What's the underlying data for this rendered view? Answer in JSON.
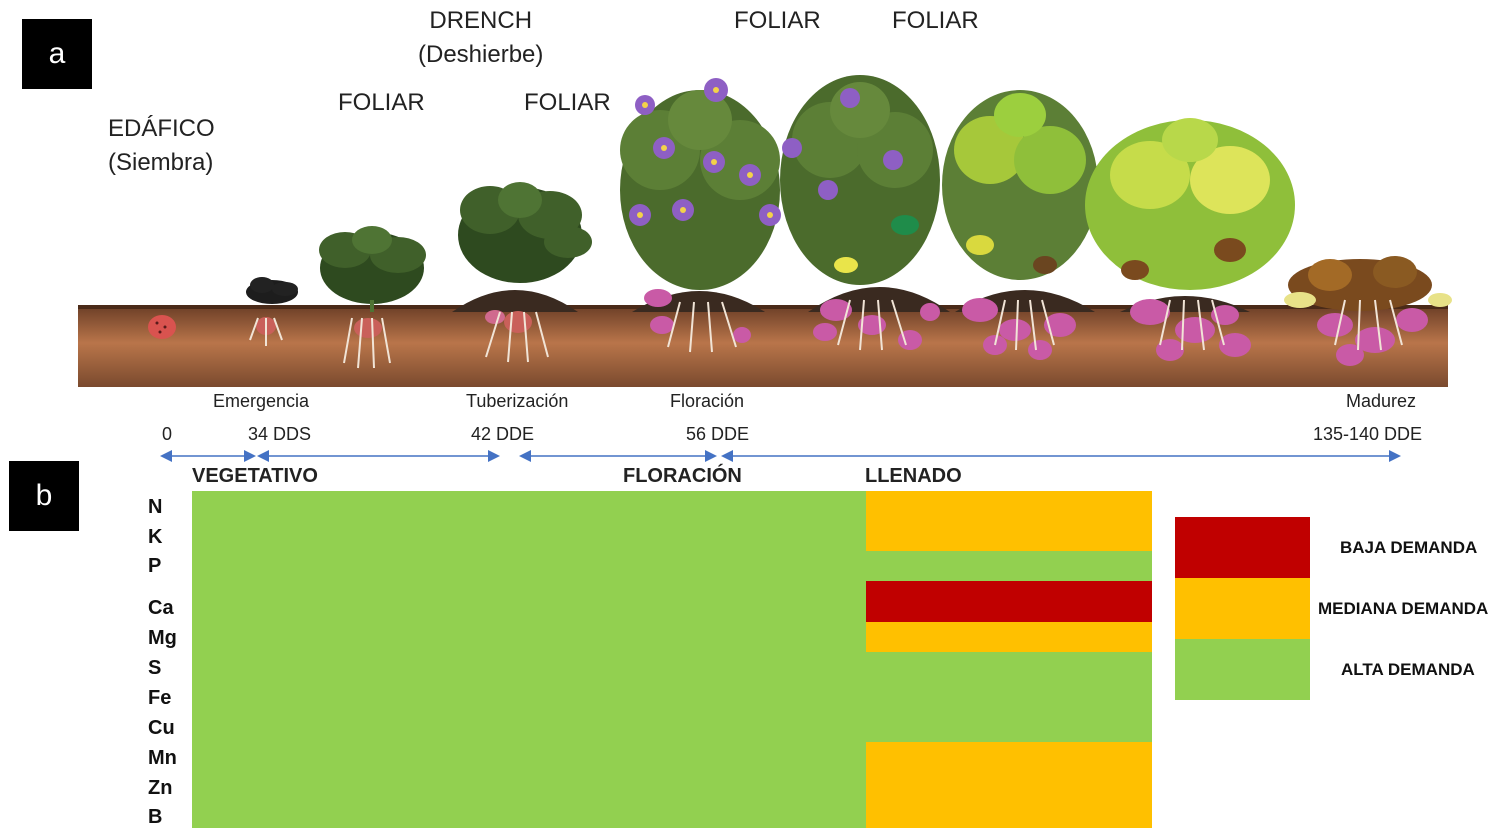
{
  "panels": {
    "a": "a",
    "b": "b"
  },
  "applications": {
    "edafico": [
      "EDÁFICO",
      "(Siembra)"
    ],
    "foliar_1": "FOLIAR",
    "drench": [
      "DRENCH",
      "(Deshierbe)"
    ],
    "foliar_2": "FOLIAR",
    "foliar_3": "FOLIAR",
    "foliar_4": "FOLIAR"
  },
  "stages": [
    "Emergencia",
    "Tuberización",
    "Floración",
    "Madurez"
  ],
  "timeline": [
    "0",
    "34 DDS",
    "42 DDE",
    "56 DDE",
    "135-140 DDE"
  ],
  "phases": [
    "VEGETATIVO",
    "FLORACIÓN",
    "LLENADO"
  ],
  "colors": {
    "baja": "#c00000",
    "mediana": "#ffc000",
    "alta": "#92d050",
    "soil_top": "#7a4a2e",
    "soil_bottom": "#e3ad80",
    "arrow": "#4472c4"
  },
  "demand_matrix": {
    "nutrients": [
      "N",
      "K",
      "P",
      "Ca",
      "Mg",
      "S",
      "Fe",
      "Cu",
      "Mn",
      "Zn",
      "B"
    ],
    "vegetativo_floracion": "alta",
    "llenado": [
      "mediana",
      "mediana",
      "alta",
      "baja",
      "mediana",
      "alta",
      "alta",
      "alta",
      "mediana",
      "mediana",
      "mediana"
    ]
  },
  "legend": [
    {
      "key": "baja",
      "label": "BAJA DEMANDA"
    },
    {
      "key": "mediana",
      "label": "MEDIANA DEMANDA"
    },
    {
      "key": "alta",
      "label": "ALTA DEMANDA"
    }
  ]
}
